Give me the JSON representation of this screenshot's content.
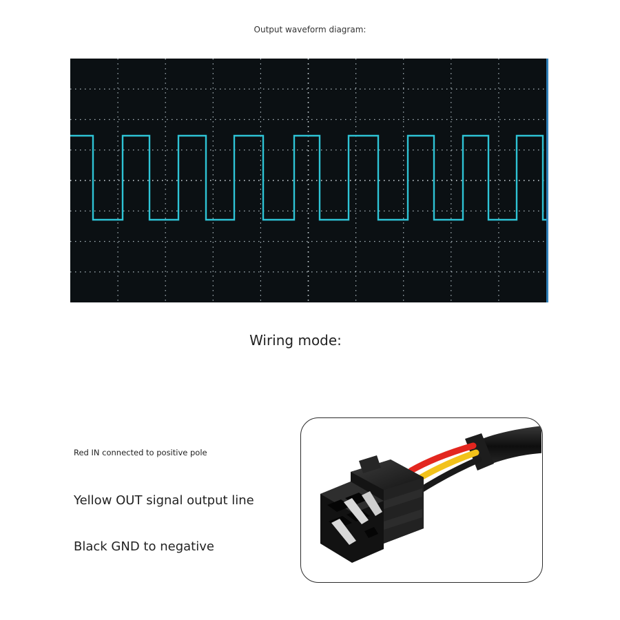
{
  "waveform": {
    "caption": "Output waveform diagram:",
    "signal_color": "#2ec4d6",
    "screen_color": "#0b1013"
  },
  "wiring": {
    "title": "Wiring mode:",
    "red_label": "Red IN connected to positive pole",
    "yellow_label": "Yellow OUT signal output line",
    "black_label": "Black GND to negative"
  },
  "connector": {
    "wire_colors": [
      "#e3261f",
      "#f2c21a",
      "#1a1a1a"
    ],
    "housing_color": "#1c1c1c"
  }
}
